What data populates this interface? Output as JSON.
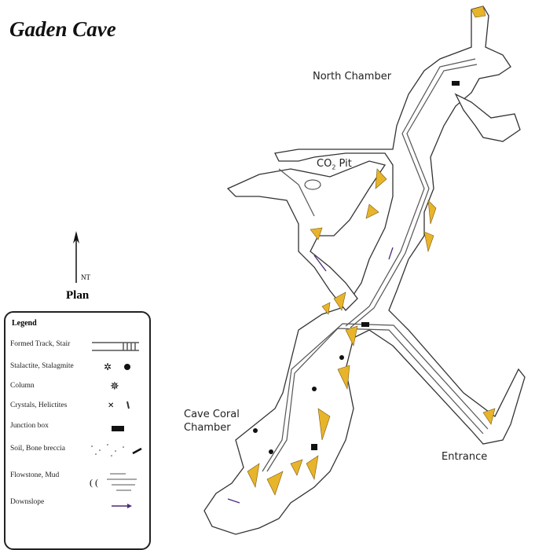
{
  "title": "Gaden Cave",
  "labels": {
    "north_chamber": "North Chamber",
    "co2_pit": "CO",
    "co2_sub": "2",
    "co2_rest": " Pit",
    "cave_coral_1": "Cave Coral",
    "cave_coral_2": "Chamber",
    "entrance": "Entrance"
  },
  "north_arrow": {
    "label": "NT",
    "plan": "Plan"
  },
  "legend": {
    "title": "Legend",
    "items": [
      {
        "label": "Formed Track, Stair",
        "icon": "track-stair-icon"
      },
      {
        "label": "Stalactite, Stalagmite",
        "icon": "stalactite-stalagmite-icon"
      },
      {
        "label": "Column",
        "icon": "column-icon"
      },
      {
        "label": "Crystals, Helictites",
        "icon": "crystals-helictites-icon"
      },
      {
        "label": "Junction box",
        "icon": "junction-box-icon"
      },
      {
        "label": "Soil, Bone breccia",
        "icon": "soil-bone-icon"
      },
      {
        "label": "Flowstone, Mud",
        "icon": "flowstone-mud-icon"
      },
      {
        "label": "Downslope",
        "icon": "downslope-arrow-icon"
      }
    ]
  },
  "colors": {
    "rock": "#e8b42a",
    "line": "#333333",
    "downslope": "#4b2a7a"
  }
}
